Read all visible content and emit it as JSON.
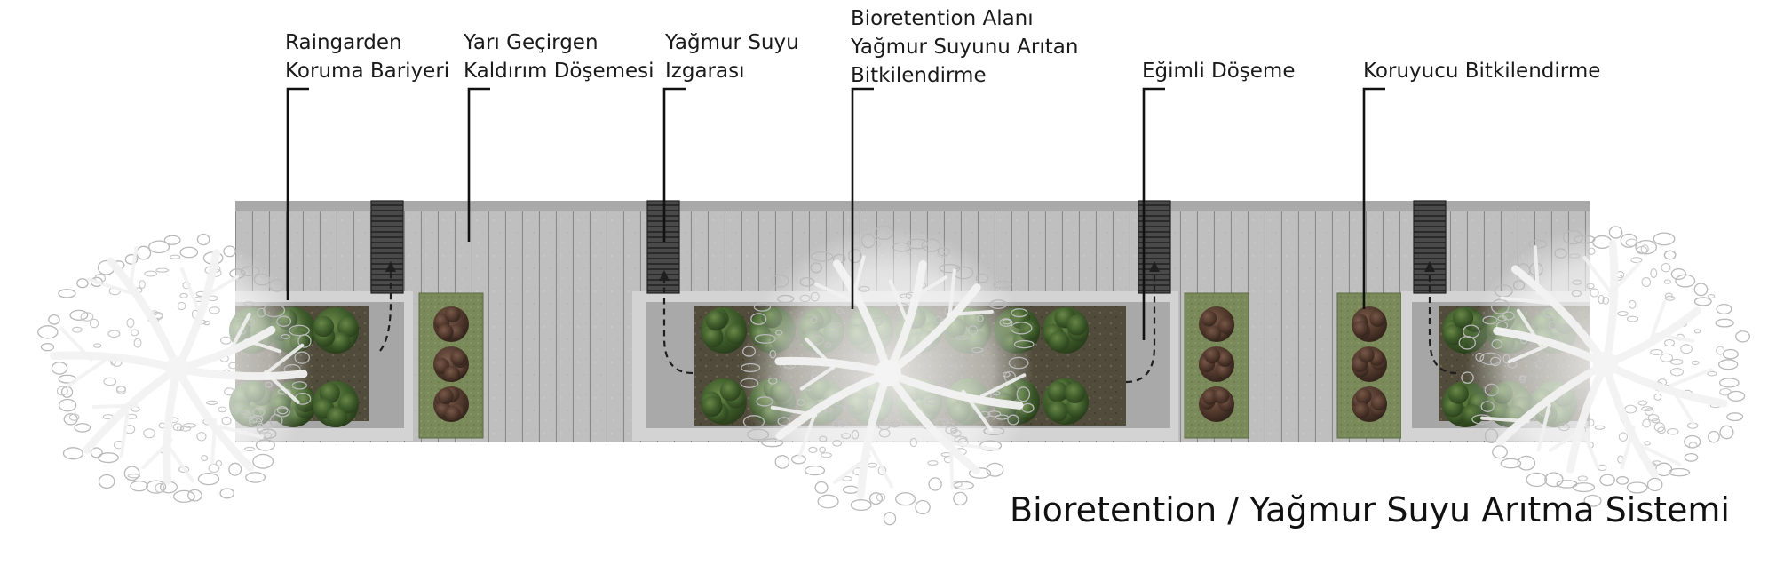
{
  "diagram": {
    "title": "Bioretention / Yağmur Suyu Arıtma Sistemi",
    "callouts": [
      {
        "id": "raingarden",
        "lines": [
          "Raingarden",
          "Koruma Bariyeri"
        ]
      },
      {
        "id": "permeable-paving",
        "lines": [
          "Yarı Geçirgen",
          "Kaldırım Döşemesi"
        ]
      },
      {
        "id": "grate",
        "lines": [
          "Yağmur Suyu",
          "Izgarası"
        ]
      },
      {
        "id": "bioretention",
        "lines": [
          "Bioretention Alanı",
          "Yağmur Suyunu Arıtan",
          "Bitkilendirme"
        ]
      },
      {
        "id": "sloped-paving",
        "lines": [
          "Eğimli Döşeme"
        ]
      },
      {
        "id": "protective-planting",
        "lines": [
          "Koruyucu Bitkilendirme"
        ]
      }
    ],
    "colors": {
      "paving": "#bdbdbd",
      "paving_joint": "#8e8e8e",
      "curb": "#cfcfcf",
      "soil": "#4e4a3c",
      "planter_grass": "#7c8a5c",
      "shrub": "#3f5c2c",
      "grate": "#3a3a3a",
      "tree_canopy": "#ffffff"
    }
  }
}
